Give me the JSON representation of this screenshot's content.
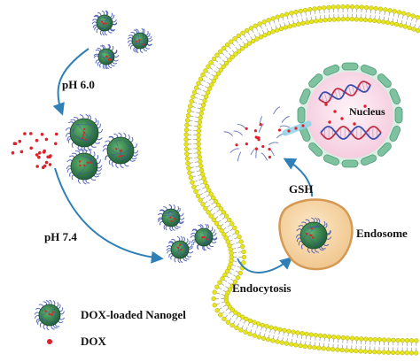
{
  "labels": {
    "ph_60": "pH 6.0",
    "ph_74": "pH 7.4",
    "gsh": "GSH",
    "nucleus": "Nucleus",
    "endosome": "Endosome",
    "endocytosis": "Endocytosis"
  },
  "legend": {
    "nanogel_label": "DOX-loaded Nanogel",
    "dox_label": "DOX"
  },
  "colors": {
    "nanogel_core": "#2f7a4a",
    "nanogel_fiber": "#3b4fb0",
    "dox": "#e0202a",
    "membrane_head": "#e6e61a",
    "arrow": "#2f7fb8",
    "endosome_fill": "#f6d6a6",
    "endosome_edge": "#d49a55",
    "nucleus_fill": "#fbe3ee",
    "nucleus_ring": "#7fc2a0"
  }
}
